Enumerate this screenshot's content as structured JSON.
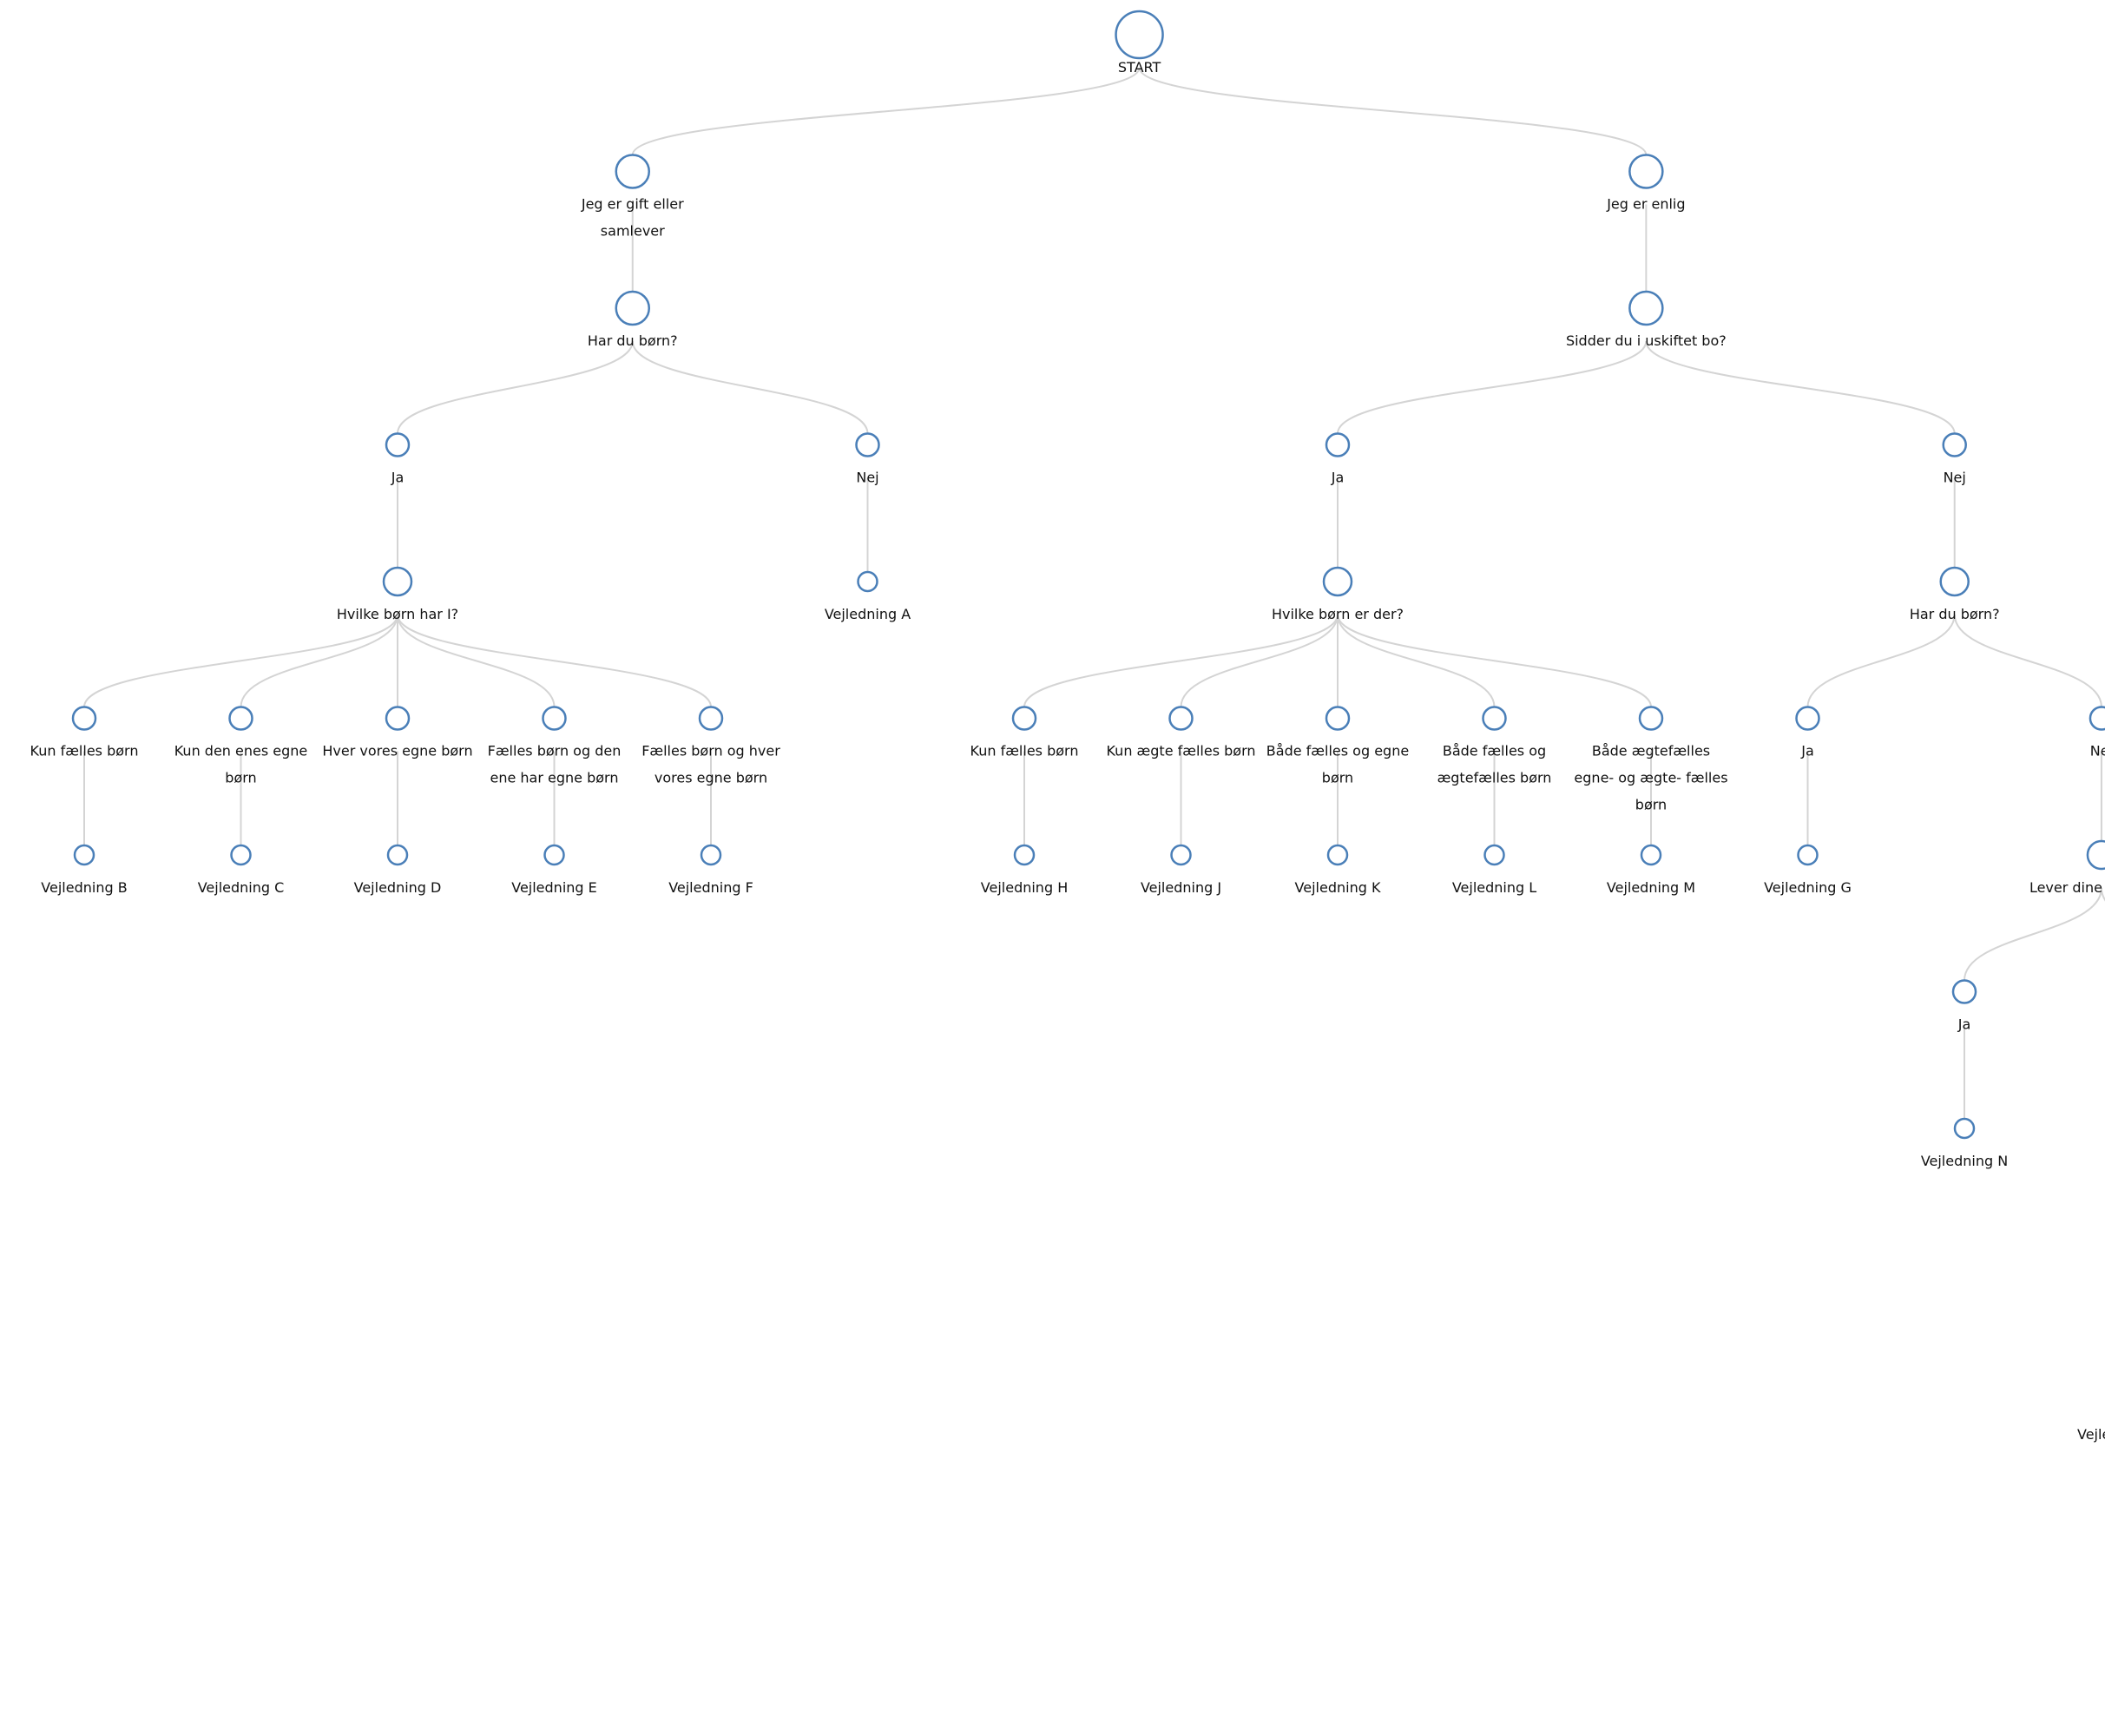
{
  "tree": {
    "label": "START",
    "children": [
      {
        "label": "Jeg er gift eller samlever",
        "children": [
          {
            "label": "Har du børn?",
            "children": [
              {
                "label": "Ja",
                "children": [
                  {
                    "label": "Hvilke børn har I?",
                    "children": [
                      {
                        "label": "Kun fælles børn",
                        "children": [
                          {
                            "label": "Vejledning B"
                          }
                        ]
                      },
                      {
                        "label": "Kun den enes egne børn",
                        "children": [
                          {
                            "label": "Vejledning C"
                          }
                        ]
                      },
                      {
                        "label": "Hver vores egne børn",
                        "children": [
                          {
                            "label": "Vejledning D"
                          }
                        ]
                      },
                      {
                        "label": "Fælles børn og den ene har egne børn",
                        "children": [
                          {
                            "label": "Vejledning E"
                          }
                        ]
                      },
                      {
                        "label": "Fælles børn og hver vores egne børn",
                        "children": [
                          {
                            "label": "Vejledning F"
                          }
                        ]
                      }
                    ]
                  }
                ]
              },
              {
                "label": "Nej",
                "children": [
                  {
                    "label": "Vejledning A"
                  }
                ]
              }
            ]
          }
        ]
      },
      {
        "label": "Jeg er enlig",
        "children": [
          {
            "label": "Sidder du i uskiftet bo?",
            "children": [
              {
                "label": "Ja",
                "children": [
                  {
                    "label": "Hvilke børn er der?",
                    "children": [
                      {
                        "label": "Kun fælles børn",
                        "children": [
                          {
                            "label": "Vejledning H"
                          }
                        ]
                      },
                      {
                        "label": "Kun ægte fælles børn",
                        "children": [
                          {
                            "label": "Vejledning J"
                          }
                        ]
                      },
                      {
                        "label": "Både fælles og egne børn",
                        "children": [
                          {
                            "label": "Vejledning K"
                          }
                        ]
                      },
                      {
                        "label": "Både fælles og ægtefælles børn",
                        "children": [
                          {
                            "label": "Vejledning L"
                          }
                        ]
                      },
                      {
                        "label": "Både ægtefælles egne- og ægte- fælles børn",
                        "children": [
                          {
                            "label": "Vejledning M"
                          }
                        ]
                      }
                    ]
                  }
                ]
              },
              {
                "label": "Nej",
                "children": [
                  {
                    "label": "Har du børn?",
                    "children": [
                      {
                        "label": "Ja",
                        "children": [
                          {
                            "label": "Vejledning G"
                          }
                        ]
                      },
                      {
                        "label": "Nej",
                        "children": [
                          {
                            "label": "Lever dine forældre?",
                            "children": [
                              {
                                "label": "Ja",
                                "children": [
                                  {
                                    "label": "Vejledning N"
                                  }
                                ]
                              },
                              {
                                "label": "nej",
                                "children": [
                                  {
                                    "label": "Har du søskende eller søskendebørn?",
                                    "children": [
                                      {
                                        "label": "Ja",
                                        "children": [
                                          {
                                            "label": "Vejledning O"
                                          }
                                        ]
                                      },
                                      {
                                        "label": "Nej",
                                        "children": [
                                          {
                                            "label": "Lever dine bedsteforældre endnu?",
                                            "children": [
                                              {
                                                "label": "Ja",
                                                "children": [
                                                  {
                                                    "label": "Vejledning P"
                                                  }
                                                ]
                                              },
                                              {
                                                "label": "Nej",
                                                "children": [
                                                  {
                                                    "label": "vejledning Q"
                                                  }
                                                ]
                                              }
                                            ]
                                          }
                                        ]
                                      }
                                    ]
                                  }
                                ]
                              }
                            ]
                          }
                        ]
                      }
                    ]
                  }
                ]
              }
            ]
          }
        ]
      }
    ]
  }
}
